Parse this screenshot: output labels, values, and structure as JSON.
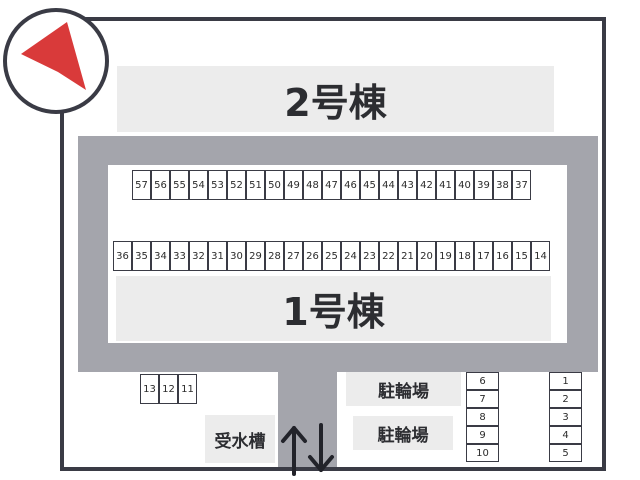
{
  "map": {
    "building_2": {
      "label": "2号棟"
    },
    "building_1": {
      "label": "1号棟"
    },
    "bike_parking": [
      "駐輪場",
      "駐輪場"
    ],
    "water_tank": {
      "label": "受水槽"
    },
    "parking_spaces": {
      "north_row": [
        "57",
        "56",
        "55",
        "54",
        "53",
        "52",
        "51",
        "50",
        "49",
        "48",
        "47",
        "46",
        "45",
        "44",
        "43",
        "42",
        "41",
        "40",
        "39",
        "38",
        "37"
      ],
      "south_row": [
        "36",
        "35",
        "34",
        "33",
        "32",
        "31",
        "30",
        "29",
        "28",
        "27",
        "26",
        "25",
        "24",
        "23",
        "22",
        "21",
        "20",
        "19",
        "18",
        "17",
        "16",
        "15",
        "14"
      ],
      "lot_west": [
        "13",
        "12",
        "11"
      ]
    },
    "bike_spaces": {
      "column_a": [
        "6",
        "7",
        "8",
        "9",
        "10"
      ],
      "column_b": [
        "1",
        "2",
        "3",
        "4",
        "5"
      ]
    },
    "compass": {
      "icon": "north-arrow-icon",
      "color": "#d93a3a"
    },
    "traffic": {
      "icon": "two-way-arrows-icon"
    },
    "colors": {
      "road": "#a4a5ac",
      "building": "#ececec",
      "outline": "#3a3b45",
      "accent": "#d93a3a"
    }
  }
}
